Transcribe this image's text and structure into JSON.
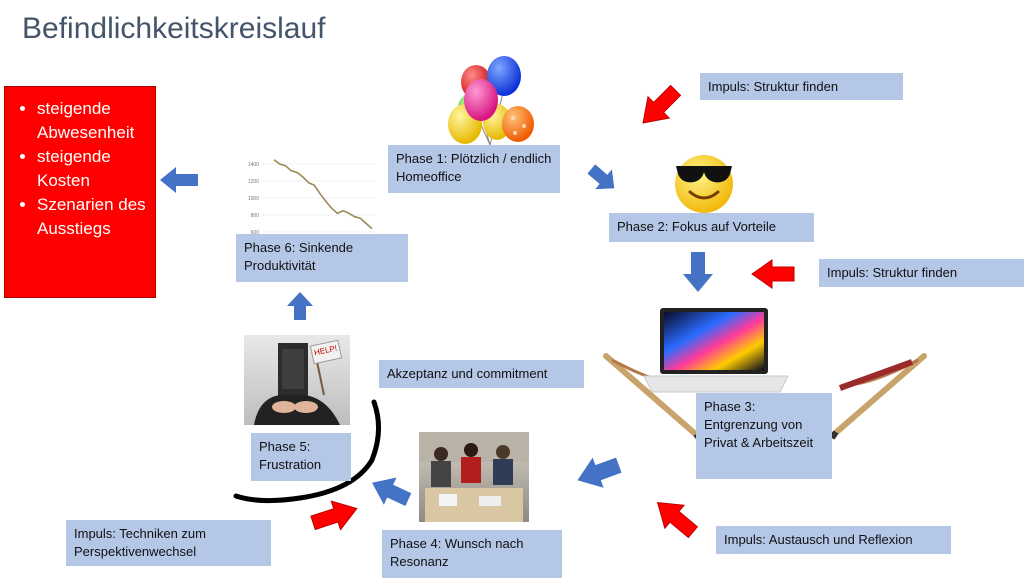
{
  "title": "Befindlichkeitskreislauf",
  "consequences": [
    "steigende Abwesenheit",
    "steigende Kosten",
    "Szenarien des Ausstiegs"
  ],
  "phases": {
    "p1": "Phase 1: Plötzlich / endlich Homeoffice",
    "p2": "Phase 2: Fokus auf Vorteile",
    "p3": "Phase 3: Entgrenzung von Privat & Arbeitszeit",
    "p4": "Phase 4: Wunsch nach Resonanz",
    "p5": "Phase 5: Frustration",
    "p6": "Phase 6: Sinkende Produktivität"
  },
  "impulses": {
    "i1": "Impuls: Struktur finden",
    "i2": "Impuls: Struktur finden",
    "i3": "Impuls: Austausch und Reflexion",
    "i4": "Impuls: Techniken zum Perspektivenwechsel"
  },
  "acceptance": "Akzeptanz und commitment",
  "sign_text": "HELP!",
  "mini_chart": {
    "type": "line",
    "y_ticks": [
      "1400",
      "1200",
      "1000",
      "800",
      "600"
    ],
    "values": [
      1450,
      1400,
      1380,
      1320,
      1300,
      1250,
      1180,
      1150,
      1050,
      960,
      880,
      820,
      850,
      820,
      780,
      760,
      700,
      640
    ]
  },
  "colors": {
    "box": "#b4c7e7",
    "arrow_blue": "#4472c4",
    "arrow_red": "#ff0000",
    "red_box": "#ff0000",
    "title": "#44546a"
  }
}
